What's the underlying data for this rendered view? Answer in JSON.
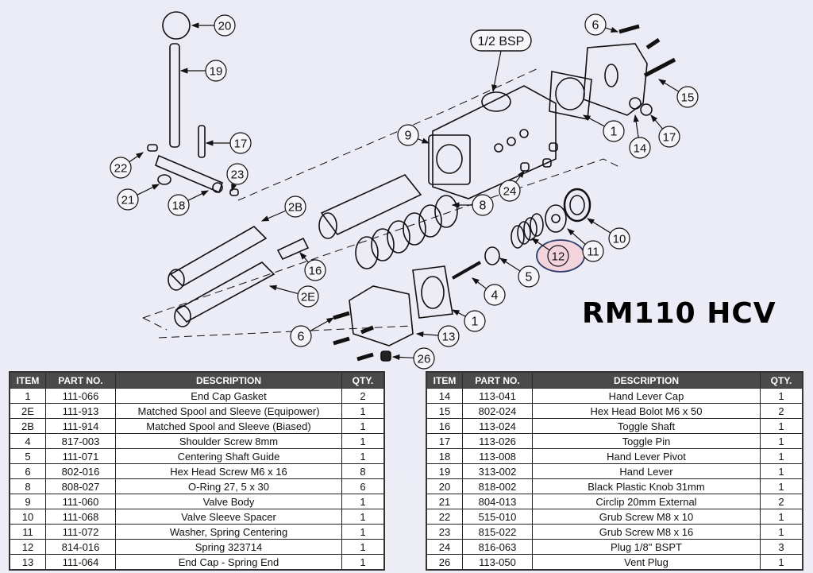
{
  "title": "RM110 HCV",
  "diagram": {
    "port_label": "1/2 BSP",
    "callouts": [
      "20",
      "19",
      "17",
      "22",
      "23",
      "21",
      "18",
      "2B",
      "16",
      "2E",
      "8",
      "9",
      "24",
      "6",
      "1",
      "15",
      "14",
      "17",
      "10",
      "11",
      "12",
      "5",
      "4",
      "1",
      "13",
      "6",
      "26"
    ],
    "highlighted_callout": "12",
    "highlight_color": "#f3d4dc"
  },
  "table_headers": {
    "item": "ITEM",
    "part": "PART NO.",
    "description": "DESCRIPTION",
    "qty": "QTY."
  },
  "left_table": [
    {
      "item": "1",
      "part": "111-066",
      "description": "End Cap Gasket",
      "qty": "2"
    },
    {
      "item": "2E",
      "part": "111-913",
      "description": "Matched Spool and Sleeve (Equipower)",
      "qty": "1"
    },
    {
      "item": "2B",
      "part": "111-914",
      "description": "Matched Spool and Sleeve (Biased)",
      "qty": "1"
    },
    {
      "item": "4",
      "part": "817-003",
      "description": "Shoulder Screw 8mm",
      "qty": "1"
    },
    {
      "item": "5",
      "part": "111-071",
      "description": "Centering Shaft Guide",
      "qty": "1"
    },
    {
      "item": "6",
      "part": "802-016",
      "description": "Hex Head Screw M6 x 16",
      "qty": "8"
    },
    {
      "item": "8",
      "part": "808-027",
      "description": "O-Ring 27, 5 x 30",
      "qty": "6"
    },
    {
      "item": "9",
      "part": "111-060",
      "description": "Valve Body",
      "qty": "1"
    },
    {
      "item": "10",
      "part": "111-068",
      "description": "Valve Sleeve Spacer",
      "qty": "1"
    },
    {
      "item": "11",
      "part": "111-072",
      "description": "Washer, Spring Centering",
      "qty": "1"
    },
    {
      "item": "12",
      "part": "814-016",
      "description": "Spring 323714",
      "qty": "1"
    },
    {
      "item": "13",
      "part": "111-064",
      "description": "End Cap - Spring End",
      "qty": "1"
    }
  ],
  "right_table": [
    {
      "item": "14",
      "part": "113-041",
      "description": "Hand Lever Cap",
      "qty": "1"
    },
    {
      "item": "15",
      "part": "802-024",
      "description": "Hex Head Bolot M6 x 50",
      "qty": "2"
    },
    {
      "item": "16",
      "part": "113-024",
      "description": "Toggle Shaft",
      "qty": "1"
    },
    {
      "item": "17",
      "part": "113-026",
      "description": "Toggle Pin",
      "qty": "1"
    },
    {
      "item": "18",
      "part": "113-008",
      "description": "Hand Lever Pivot",
      "qty": "1"
    },
    {
      "item": "19",
      "part": "313-002",
      "description": "Hand Lever",
      "qty": "1"
    },
    {
      "item": "20",
      "part": "818-002",
      "description": "Black Plastic Knob 31mm",
      "qty": "1"
    },
    {
      "item": "21",
      "part": "804-013",
      "description": "Circlip 20mm External",
      "qty": "2"
    },
    {
      "item": "22",
      "part": "515-010",
      "description": "Grub Screw M8 x 10",
      "qty": "1"
    },
    {
      "item": "23",
      "part": "815-022",
      "description": "Grub Screw M8 x 16",
      "qty": "1"
    },
    {
      "item": "24",
      "part": "816-063",
      "description": "Plug 1/8\" BSPT",
      "qty": "3"
    },
    {
      "item": "26",
      "part": "113-050",
      "description": "Vent Plug",
      "qty": "1"
    }
  ]
}
